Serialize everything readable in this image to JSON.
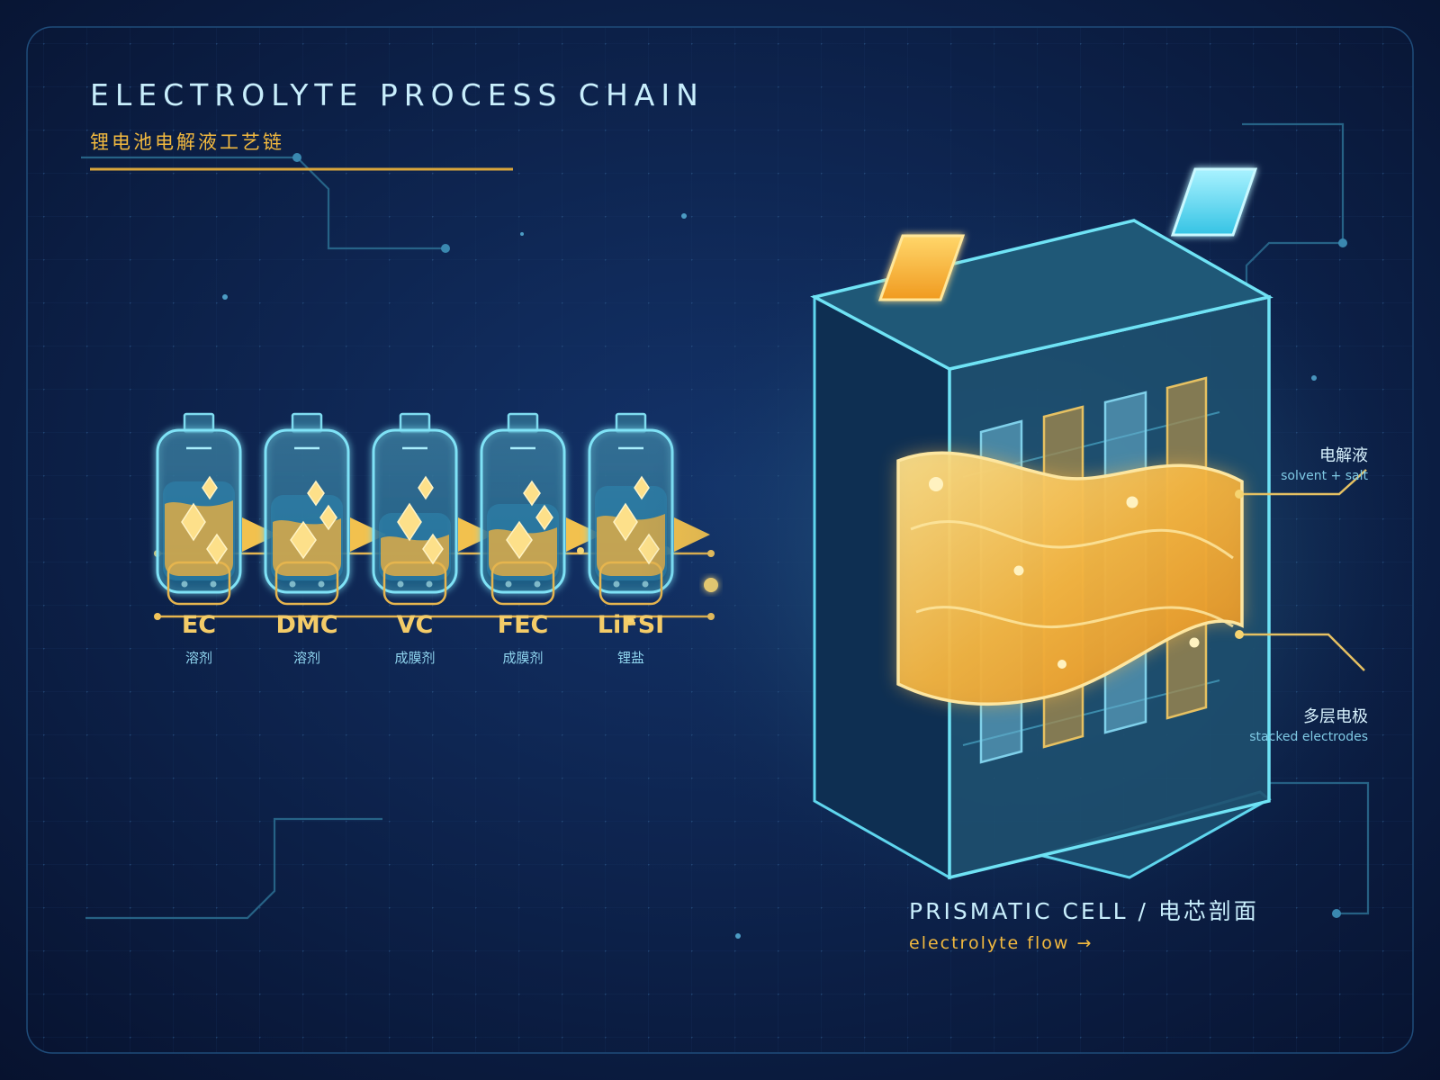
{
  "title": "ELECTROLYTE PROCESS CHAIN",
  "subtitle": "锂电池电解液工艺链",
  "components": [
    {
      "name": "EC",
      "role": "溶剂"
    },
    {
      "name": "DMC",
      "role": "溶剂"
    },
    {
      "name": "VC",
      "role": "成膜剂"
    },
    {
      "name": "FEC",
      "role": "成膜剂"
    },
    {
      "name": "LiFSI",
      "role": "锂盐"
    }
  ],
  "callouts": {
    "electrolyte": {
      "cn": "电解液",
      "en": "solvent + salt"
    },
    "electrodes": {
      "cn": "多层电极",
      "en": "stacked electrodes"
    }
  },
  "cell": {
    "title": "PRISMATIC CELL / 电芯剖面",
    "subtitle": "electrolyte flow →"
  },
  "colors": {
    "background": "#0a1838",
    "cyan": "#6fe3f5",
    "gold": "#f2b93f",
    "cell_face": "#1d4e6e"
  }
}
